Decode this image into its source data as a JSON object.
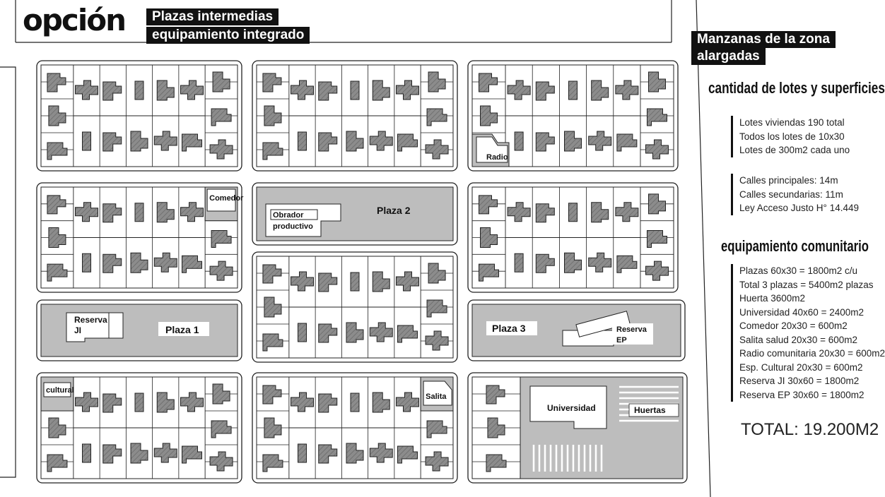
{
  "header": {
    "opcion": "opción",
    "subtitle_line1": "Plazas intermedias",
    "subtitle_line2": "equipamiento integrado"
  },
  "sidebar": {
    "title_line1": "Manzanas de la zona",
    "title_line2": "alargadas",
    "lots_heading": "cantidad de lotes y superficies",
    "lots": [
      "Lotes viviendas 190 total",
      "Todos los lotes de 10x30",
      "Lotes de 300m2 cada uno"
    ],
    "streets": [
      "Calles principales: 14m",
      "Calles secundarias: 11m",
      "Ley Acceso Justo H° 14.449"
    ],
    "equip_heading": "equipamiento comunitario",
    "equip": [
      "Plazas 60x30 = 1800m2 c/u",
      "Total 3 plazas = 5400m2 plazas",
      "Huerta 3600m2",
      "Universidad 40x60 =  2400m2",
      "Comedor 20x30 = 600m2",
      "Salita salud 20x30 = 600m2",
      "Radio comunitaria 20x30 = 600m2",
      "Esp. Cultural 20x30 = 600m2",
      "Reserva JI 30x60 = 1800m2",
      "Reserva EP 30x60 = 1800m2"
    ],
    "total": "TOTAL: 19.200M2"
  },
  "plan_labels": {
    "radio": "Radio",
    "comedor": "Comedor",
    "plaza2": "Plaza 2",
    "obrador_line1": "Obrador",
    "obrador_line2": "productivo",
    "reserva": "Reserva",
    "ji": "JI",
    "plaza1": "Plaza 1",
    "plaza3": "Plaza 3",
    "ep": "EP",
    "cultural": "cultural",
    "salita": "Salita",
    "universidad": "Universidad",
    "huertas": "Huertas"
  }
}
